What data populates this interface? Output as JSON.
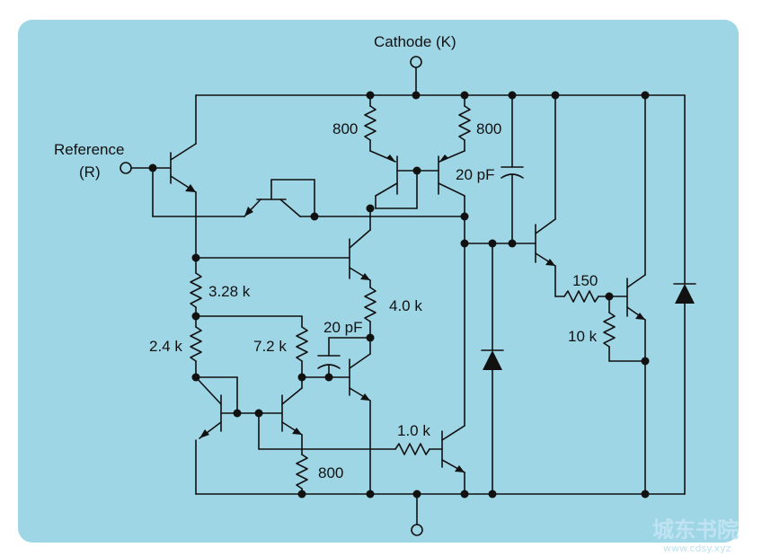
{
  "labels": {
    "cathode": "Cathode (K)",
    "reference_line1": "Reference",
    "reference_line2": "(R)",
    "r_800_left": "800",
    "r_800_right": "800",
    "c_20pf_top": "20 pF",
    "r_3_28k": "3.28 k",
    "r_4_0k": "4.0 k",
    "c_20pf_mid": "20 pF",
    "r_2_4k": "2.4 k",
    "r_7_2k": "7.2 k",
    "r_1_0k": "1.0 k",
    "r_800_bottom": "800",
    "r_150": "150",
    "r_10k": "10 k"
  },
  "watermark": {
    "text": "城东书院",
    "url": "www.cdsy.xyz"
  },
  "colors": {
    "panel": "#9fd6e6",
    "ink": "#111111"
  }
}
